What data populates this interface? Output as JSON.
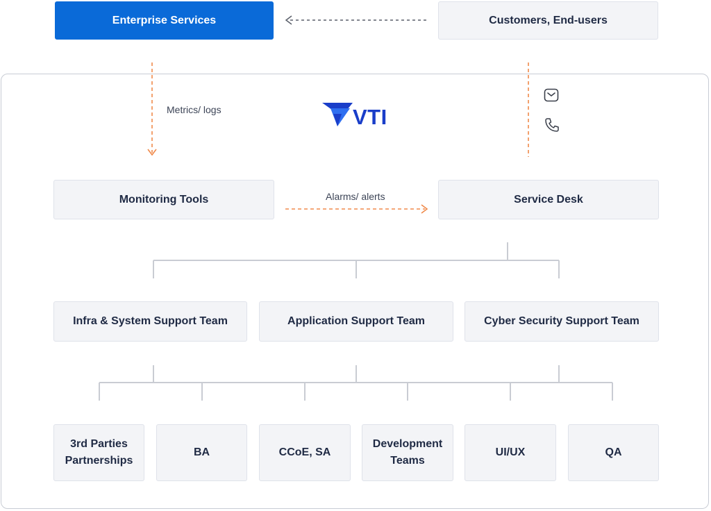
{
  "top": {
    "enterprise_label": "Enterprise Services",
    "customers_label": "Customers, End-users"
  },
  "edges": {
    "metrics_label": "Metrics/ logs",
    "alarms_label": "Alarms/ alerts"
  },
  "logo": {
    "text": "VTI",
    "color": "#1a3ec9"
  },
  "middle": {
    "monitoring_label": "Monitoring Tools",
    "service_desk_label": "Service Desk"
  },
  "teams": [
    {
      "label": "Infra & System Support Team"
    },
    {
      "label": "Application Support Team"
    },
    {
      "label": "Cyber Security Support Team"
    }
  ],
  "groups": [
    {
      "label": "3rd Parties\nPartnerships"
    },
    {
      "label": "BA"
    },
    {
      "label": "CCoE, SA"
    },
    {
      "label": "Development\nTeams"
    },
    {
      "label": "UI/UX"
    },
    {
      "label": "QA"
    }
  ],
  "icons": [
    "mail-icon",
    "phone-icon"
  ],
  "colors": {
    "primary": "#0a6ad8",
    "arrow_orange": "#f08a4b",
    "arrow_gray": "#5a5f6a",
    "connector": "#c9ccd3"
  }
}
